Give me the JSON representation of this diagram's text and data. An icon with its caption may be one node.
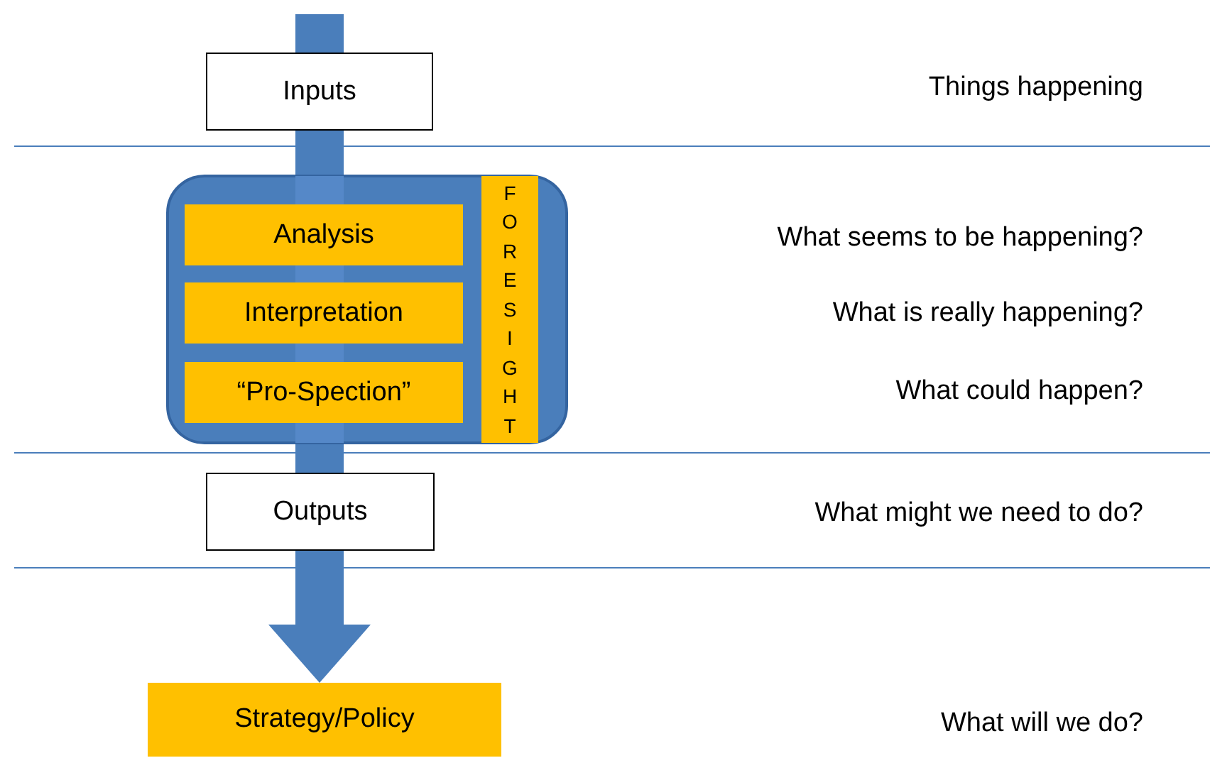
{
  "diagram": {
    "nodes": [
      {
        "text": [
          "Inputs"
        ]
      },
      {
        "text": [],
        "shape": "box"
      },
      {
        "text": [
          "Analysis"
        ],
        "in": 1
      },
      {
        "text": [
          "Interpretation"
        ],
        "in": 1
      },
      {
        "text": [
          "“Pro-Spection”"
        ],
        "in": 1
      },
      {
        "text": [
          "FORESIGHT"
        ],
        "in": 1
      },
      {
        "text": [
          "Outputs"
        ]
      },
      {
        "text": [
          "Strategy/Policy"
        ]
      }
    ],
    "edges": [
      {
        "from": null,
        "to": 0,
        "arrow": "none"
      },
      {
        "from": 0,
        "to": 1,
        "arrow": "none"
      },
      {
        "from": 1,
        "to": 6,
        "arrow": "none"
      },
      {
        "from": 6,
        "to": 7,
        "arrow": "to"
      }
    ],
    "labels": [
      "Things happening",
      "What seems to be happening?",
      "What is really happening?",
      "What could happen?",
      "What might we need to do?",
      "What will we do?"
    ]
  }
}
